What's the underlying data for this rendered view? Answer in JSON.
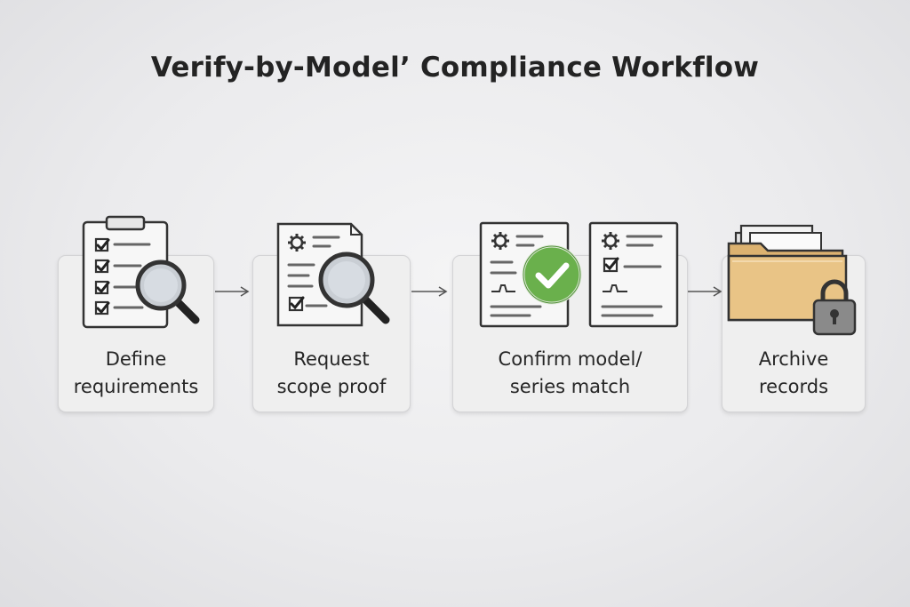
{
  "title": "Verify-by-Model’ Compliance Workflow",
  "steps": [
    {
      "line1": "Define",
      "line2": "requirements",
      "icon": "clipboard-magnifier-icon"
    },
    {
      "line1": "Request",
      "line2": "scope proof",
      "icon": "document-magnifier-icon"
    },
    {
      "line1": "Confirm model/",
      "line2": "series match",
      "icon": "documents-checkmark-icon"
    },
    {
      "line1": "Archive",
      "line2": "records",
      "icon": "folder-lock-icon"
    }
  ],
  "colors": {
    "check_green": "#6ab04c",
    "folder": "#e9c486",
    "text": "#262626"
  }
}
